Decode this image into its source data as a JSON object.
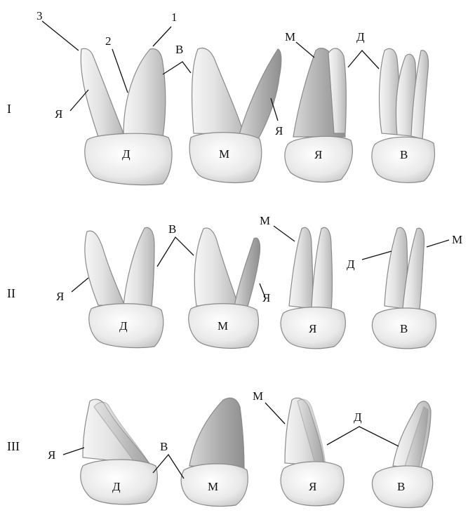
{
  "figure": {
    "rows": [
      {
        "numeral": "I",
        "views": [
          {
            "surface": "Д",
            "labels": [
              "3",
              "2",
              "1",
              "Я"
            ]
          },
          {
            "surface": "М",
            "labels": [
              "В",
              "Я"
            ]
          },
          {
            "surface": "Я",
            "labels": [
              "М"
            ]
          },
          {
            "surface": "В",
            "labels": [
              "Д"
            ]
          }
        ]
      },
      {
        "numeral": "II",
        "views": [
          {
            "surface": "Д",
            "labels": [
              "Я"
            ]
          },
          {
            "surface": "М",
            "labels": [
              "В",
              "Я"
            ]
          },
          {
            "surface": "Я",
            "labels": [
              "М"
            ]
          },
          {
            "surface": "В",
            "labels": [
              "Д",
              "М"
            ]
          }
        ]
      },
      {
        "numeral": "III",
        "views": [
          {
            "surface": "Д",
            "labels": [
              "Я"
            ]
          },
          {
            "surface": "М",
            "labels": [
              "В"
            ]
          },
          {
            "surface": "Я",
            "labels": [
              "М"
            ]
          },
          {
            "surface": "В",
            "labels": [
              "Д"
            ]
          }
        ]
      }
    ]
  }
}
